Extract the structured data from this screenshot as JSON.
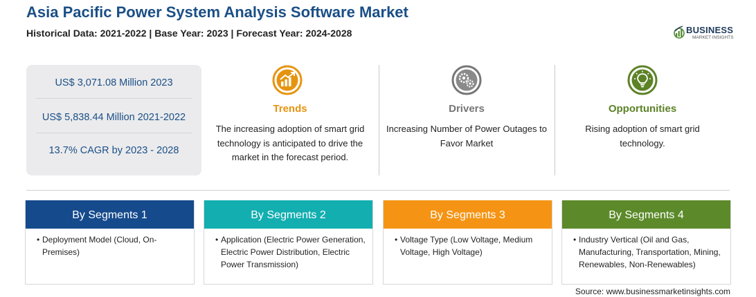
{
  "header": {
    "title": "Asia Pacific Power System Analysis Software Market",
    "subtitle": "Historical Data: 2021-2022 | Base Year: 2023 | Forecast Year: 2024-2028"
  },
  "logo": {
    "name": "BUSINESS",
    "tagline": "MARKET INSIGHTS"
  },
  "stats": [
    "US$ 3,071.08 Million 2023",
    "US$ 5,838.44 Million 2021-2022",
    "13.7% CAGR by 2023 - 2028"
  ],
  "insights": {
    "trends": {
      "heading": "Trends",
      "text": "The increasing adoption of smart grid technology is anticipated to drive the market in the forecast period.",
      "color": "#e69410",
      "icon": "trend-chart-icon"
    },
    "drivers": {
      "heading": "Drivers",
      "text": "Increasing Number of Power Outages to Favor Market",
      "color": "#767676",
      "icon": "gears-icon"
    },
    "opportunities": {
      "heading": "Opportunities",
      "text": "Rising adoption of smart grid technology.",
      "color": "#5c8226",
      "icon": "lightbulb-icon"
    }
  },
  "segments": [
    {
      "title": "By Segments 1",
      "color": "#154a8c",
      "items": [
        "Deployment Model (Cloud, On-Premises)"
      ]
    },
    {
      "title": "By Segments 2",
      "color": "#13aeb0",
      "items": [
        "Application (Electric Power Generation, Electric Power Distribution, Electric Power Transmission)"
      ]
    },
    {
      "title": "By Segments 3",
      "color": "#f59414",
      "items": [
        "Voltage Type (Low Voltage, Medium Voltage, High Voltage)"
      ]
    },
    {
      "title": "By Segments 4",
      "color": "#5c8a2a",
      "items": [
        "Industry Vertical (Oil and Gas, Manufacturing, Transportation, Mining, Renewables, Non-Renewables)"
      ]
    }
  ],
  "bullet": "•",
  "source": "Source: www.businessmarketinsights.com"
}
